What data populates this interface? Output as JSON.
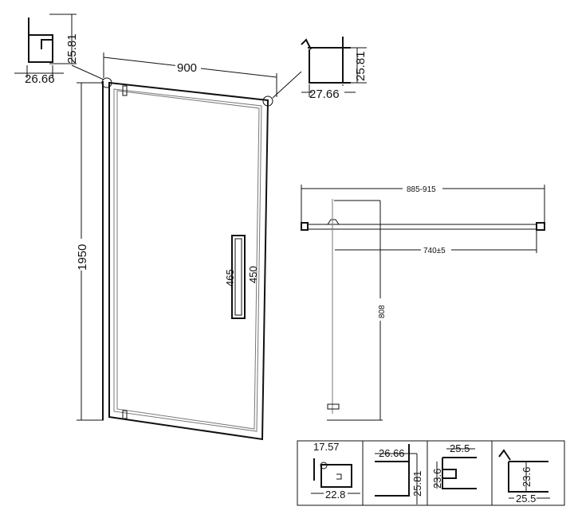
{
  "title": "Pivot shower door technical drawing",
  "front_view": {
    "width_label": "900",
    "height_label": "1950",
    "handle_length_label": "465",
    "handle_spacing_label": "450"
  },
  "profile_top_left": {
    "height_label": "25.81",
    "width_label": "26.66"
  },
  "profile_top_right": {
    "height_label": "25.81",
    "width_label": "27.66"
  },
  "plan_view": {
    "overall_width_label": "885-915",
    "door_width_label": "740±5",
    "swing_label": "808"
  },
  "profiles_table": [
    {
      "labels": [
        "17.57",
        "22.8"
      ]
    },
    {
      "labels": [
        "26.66",
        "25.81"
      ]
    },
    {
      "labels": [
        "25.5",
        "23.6"
      ]
    },
    {
      "labels": [
        "23.6",
        "25.5"
      ]
    }
  ]
}
